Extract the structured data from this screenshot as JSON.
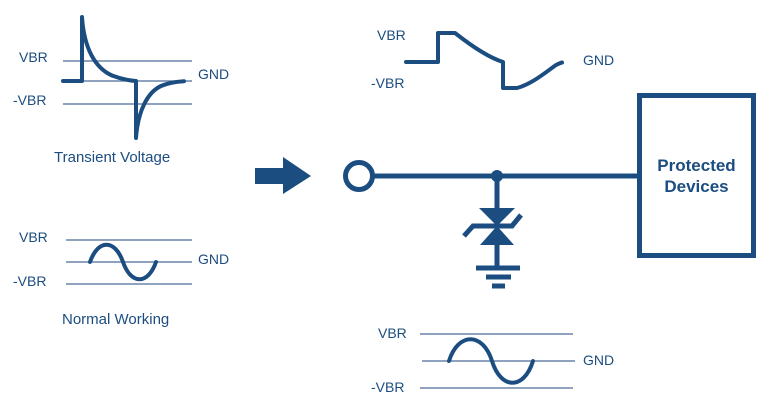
{
  "colors": {
    "primary": "#1c4d80",
    "grid_line": "#6a84a8",
    "background": "#ffffff"
  },
  "panels": {
    "transient": {
      "caption": "Transient Voltage",
      "labels": {
        "vbr": "VBR",
        "neg_vbr": "-VBR",
        "gnd": "GND"
      }
    },
    "normal": {
      "caption": "Normal Working",
      "labels": {
        "vbr": "VBR",
        "neg_vbr": "-VBR",
        "gnd": "GND"
      }
    },
    "clipped_output": {
      "labels": {
        "vbr": "VBR",
        "neg_vbr": "-VBR",
        "gnd": "GND"
      }
    },
    "sine_output": {
      "labels": {
        "vbr": "VBR",
        "neg_vbr": "-VBR",
        "gnd": "GND"
      }
    }
  },
  "circuit": {
    "protected_devices_label": "Protected Devices",
    "icons": [
      "flow-arrow-icon",
      "input-terminal-icon",
      "junction-dot-icon",
      "tvs-diode-icon",
      "ground-icon"
    ]
  }
}
